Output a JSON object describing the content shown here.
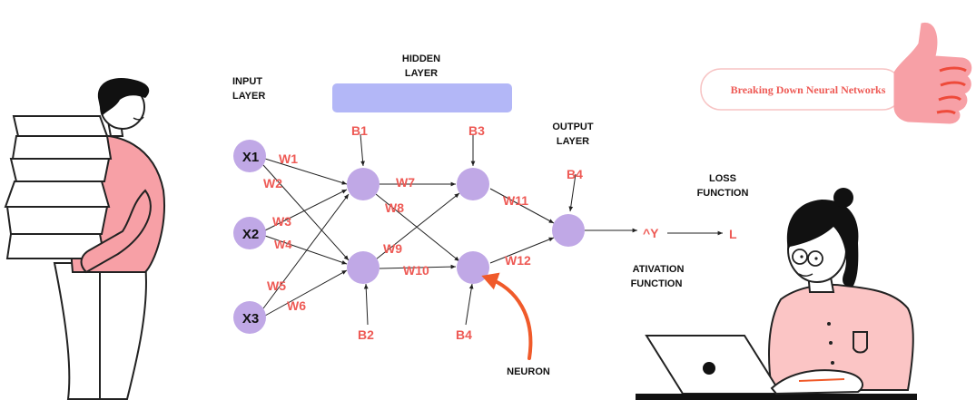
{
  "labels": {
    "input_layer_line1": "INPUT",
    "input_layer_line2": "LAYER",
    "hidden_layer_line1": "HIDDEN",
    "hidden_layer_line2": "LAYER",
    "output_layer_line1": "OUTPUT",
    "output_layer_line2": "LAYER",
    "loss_function_line1": "LOSS",
    "loss_function_line2": "FUNCTION",
    "activation_function_line1": "ATIVATION",
    "activation_function_line2": "FUNCTION",
    "neuron": "NEURON",
    "badge": "Breaking Down Neural Networks"
  },
  "inputs": {
    "x1": "X1",
    "x2": "X2",
    "x3": "X3"
  },
  "weights": {
    "w1": "W1",
    "w2": "W2",
    "w3": "W3",
    "w4": "W4",
    "w5": "W5",
    "w6": "W6",
    "w7": "W7",
    "w8": "W8",
    "w9": "W9",
    "w10": "W10",
    "w11": "W11",
    "w12": "W12"
  },
  "biases": {
    "b1": "B1",
    "b2": "B2",
    "b3": "B3",
    "b4_hidden": "B4",
    "b4_output": "B4"
  },
  "outputs": {
    "y_hat": "^Y",
    "loss": "L"
  },
  "colors": {
    "node": "#c0a8e6",
    "label_red": "#ee5a55",
    "arrow_orange": "#f05a2a",
    "hidden_bar": "#b3b7f7",
    "shirt_pink": "#f7a0a6",
    "shirt_light_pink": "#fbc5c5"
  }
}
